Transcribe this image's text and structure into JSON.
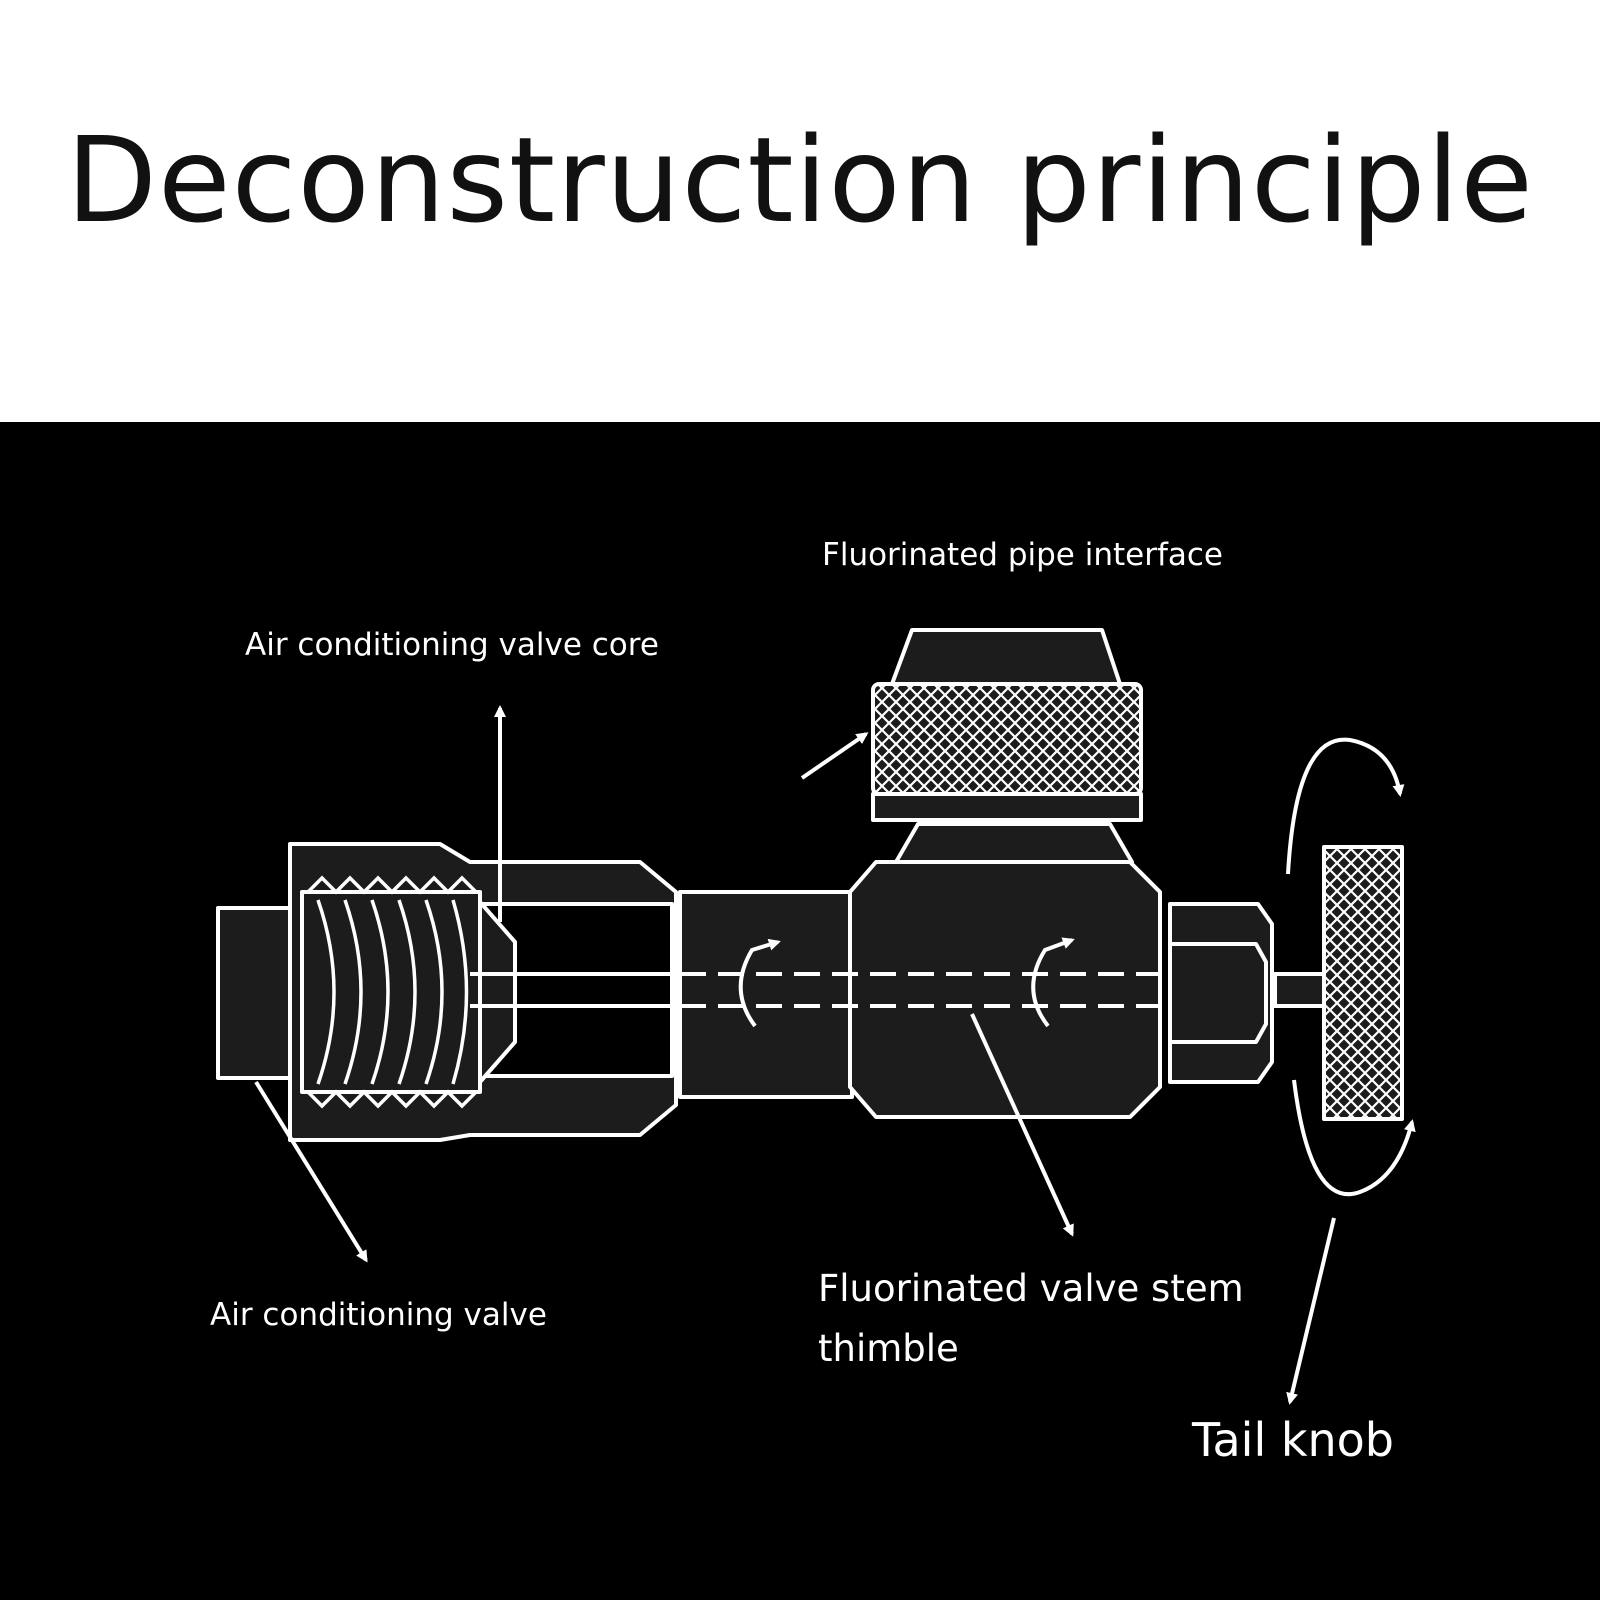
{
  "title": "Deconstruction principle",
  "labels": {
    "pipe_interface": "Fluorinated pipe interface",
    "valve_core": "Air conditioning valve core",
    "valve": "Air conditioning valve",
    "stem_thimble_line1": "Fluorinated valve stem",
    "stem_thimble_line2": "thimble",
    "tail_knob": "Tail knob"
  },
  "colors": {
    "background_top": "#ffffff",
    "background_diagram": "#000000",
    "line": "#ffffff",
    "body_fill": "#1c1c1c"
  }
}
